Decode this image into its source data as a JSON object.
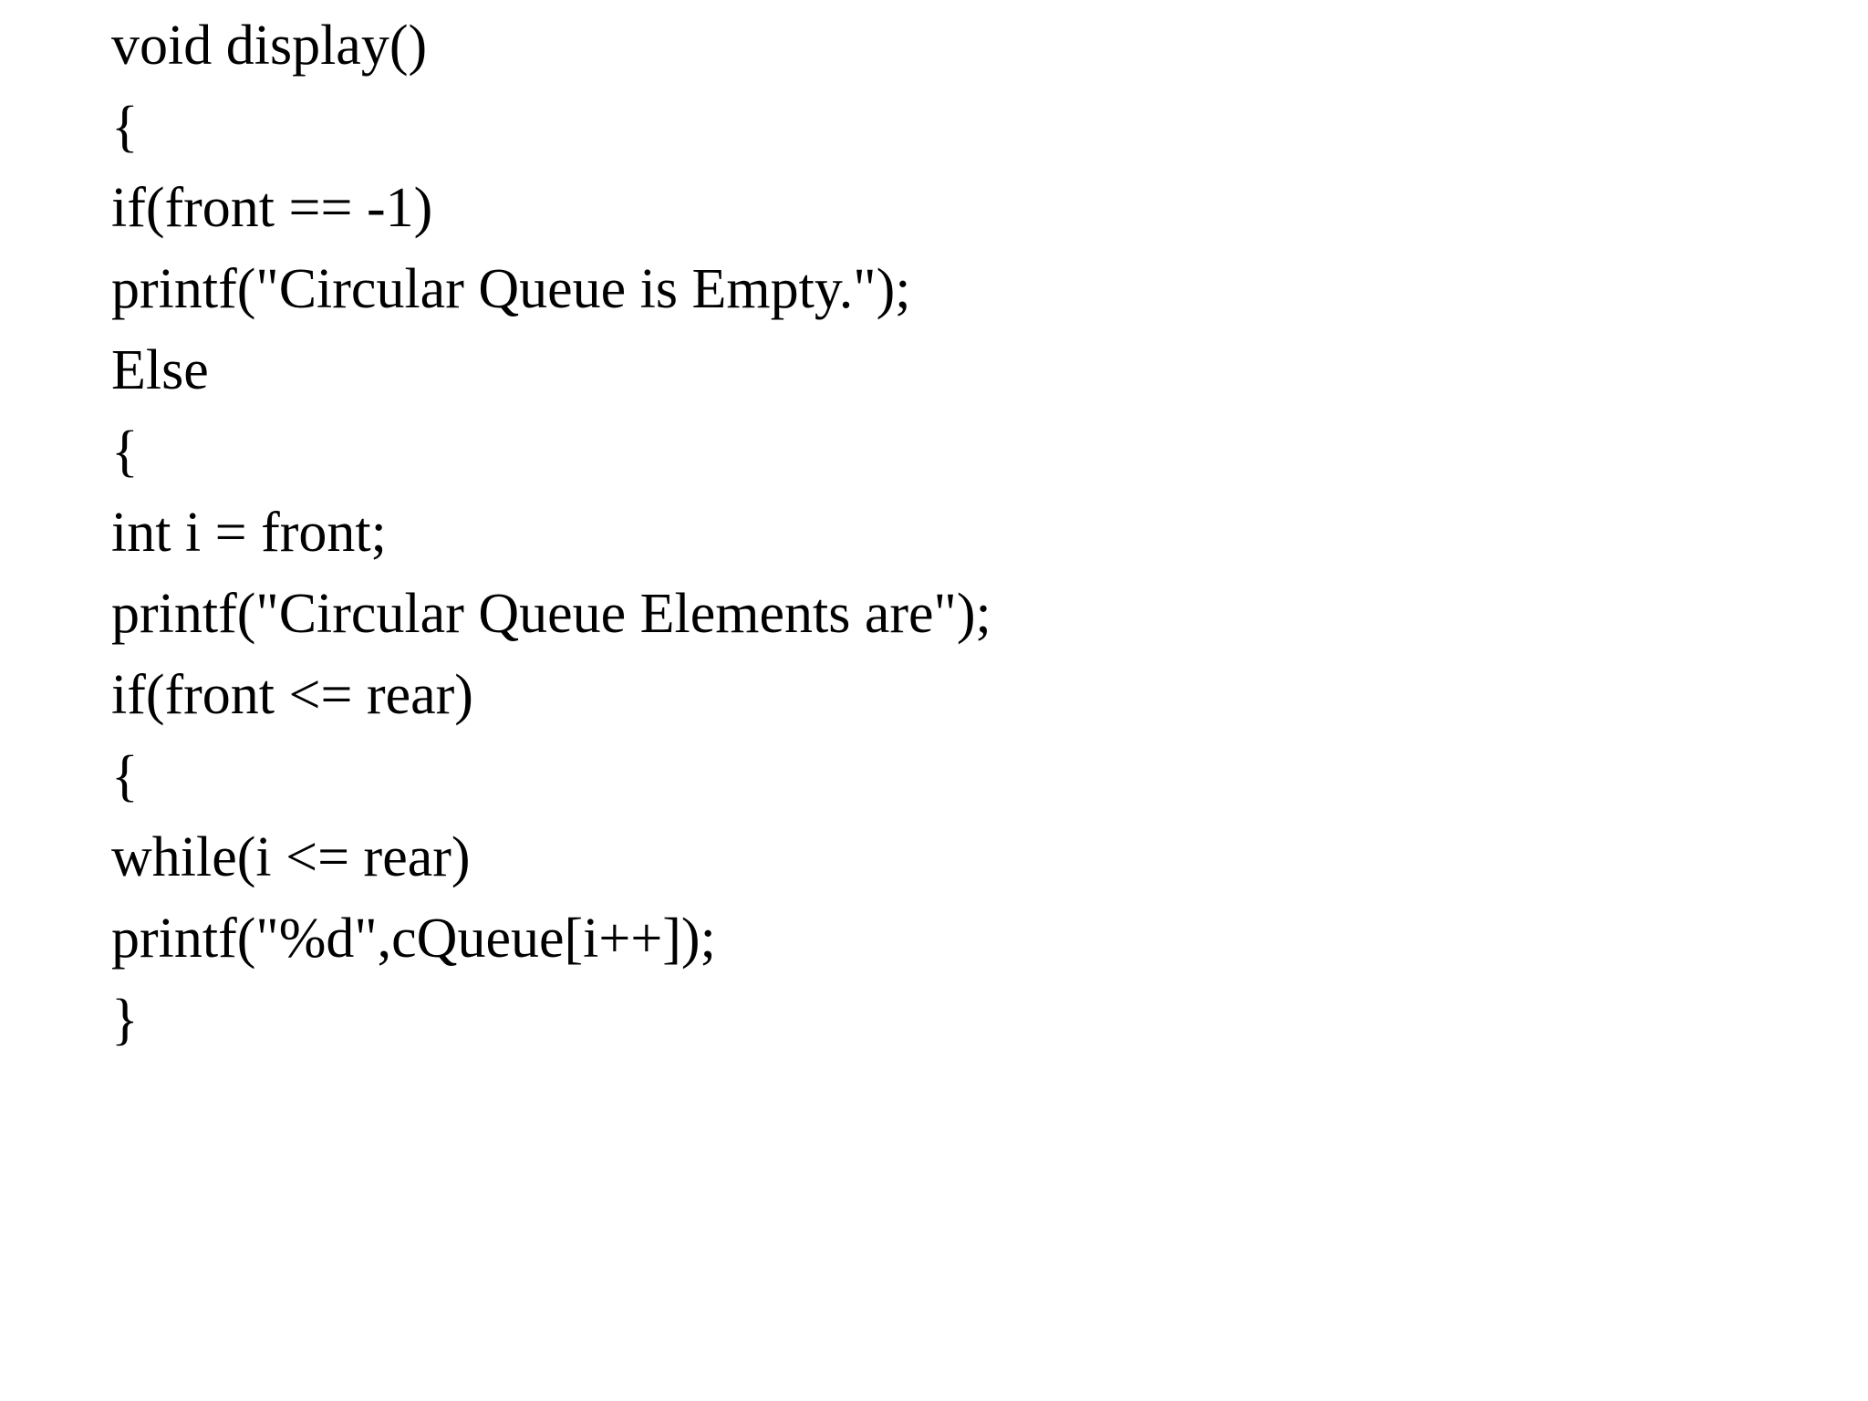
{
  "document": {
    "kind": "code-listing",
    "language": "C",
    "background_color": "#ffffff",
    "text_color": "#000000",
    "lines": [
      {
        "text": "void display()"
      },
      {
        "text": "{"
      },
      {
        "text": "if(front == -1)"
      },
      {
        "text": "printf(\"Circular Queue is Empty.\");"
      },
      {
        "text": "Else"
      },
      {
        "text": "{"
      },
      {
        "text": "int i = front;"
      },
      {
        "text": "printf(\"Circular Queue Elements are\");"
      },
      {
        "text": "if(front <= rear)"
      },
      {
        "text": "{"
      },
      {
        "text": "while(i <= rear)"
      },
      {
        "text": "printf(\"%d\",cQueue[i++]);"
      },
      {
        "text": "}"
      }
    ]
  }
}
